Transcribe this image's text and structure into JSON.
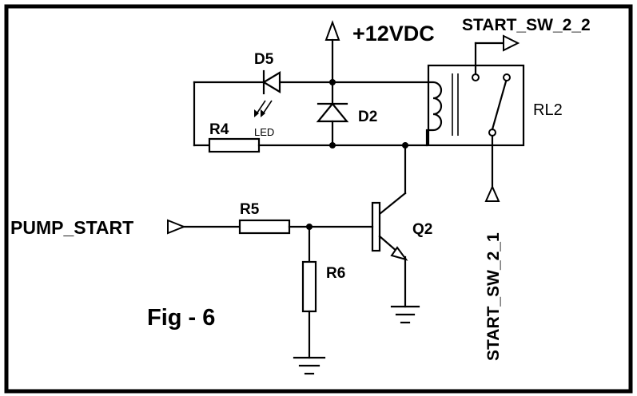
{
  "diagram": {
    "supply_label": "+12VDC",
    "relay_output_label": "START_SW_2_2",
    "relay_input_label": "START_SW_2_1",
    "input_label": "PUMP_START",
    "figure_caption": "Fig - 6",
    "components": {
      "d5": "D5",
      "led_type": "LED",
      "d2": "D2",
      "r4": "R4",
      "r5": "R5",
      "r6": "R6",
      "q2": "Q2",
      "rl2": "RL2"
    }
  }
}
